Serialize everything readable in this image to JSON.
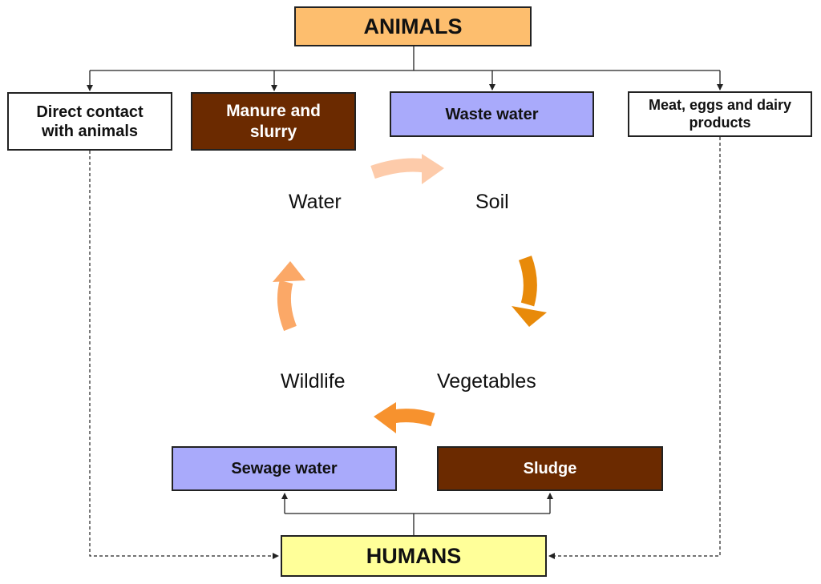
{
  "colors": {
    "animals_fill": "#FDBE6E",
    "humans_fill": "#FFFF99",
    "manure_fill": "#6B2A00",
    "waste_water_fill": "#A9AAFB",
    "white_fill": "#FFFFFF",
    "dark_text": "#111111",
    "light_text": "#FFFFFF",
    "arrow_light": "#FDCBAA",
    "arrow_dark_orange": "#E88A0A",
    "arrow_orange": "#F7922E",
    "arrow_peach": "#FBA867",
    "connector_line": "#222222"
  },
  "nodes": {
    "animals": "ANIMALS",
    "direct_contact": [
      "Direct contact",
      "with animals"
    ],
    "manure": [
      "Manure and",
      "slurry"
    ],
    "waste_water": "Waste water",
    "meat": [
      "Meat, eggs and dairy",
      "products"
    ],
    "sewage_water": "Sewage water",
    "sludge": "Sludge",
    "humans": "HUMANS"
  },
  "cycle": {
    "water": "Water",
    "soil": "Soil",
    "vegetables": "Vegetables",
    "wildlife": "Wildlife"
  }
}
